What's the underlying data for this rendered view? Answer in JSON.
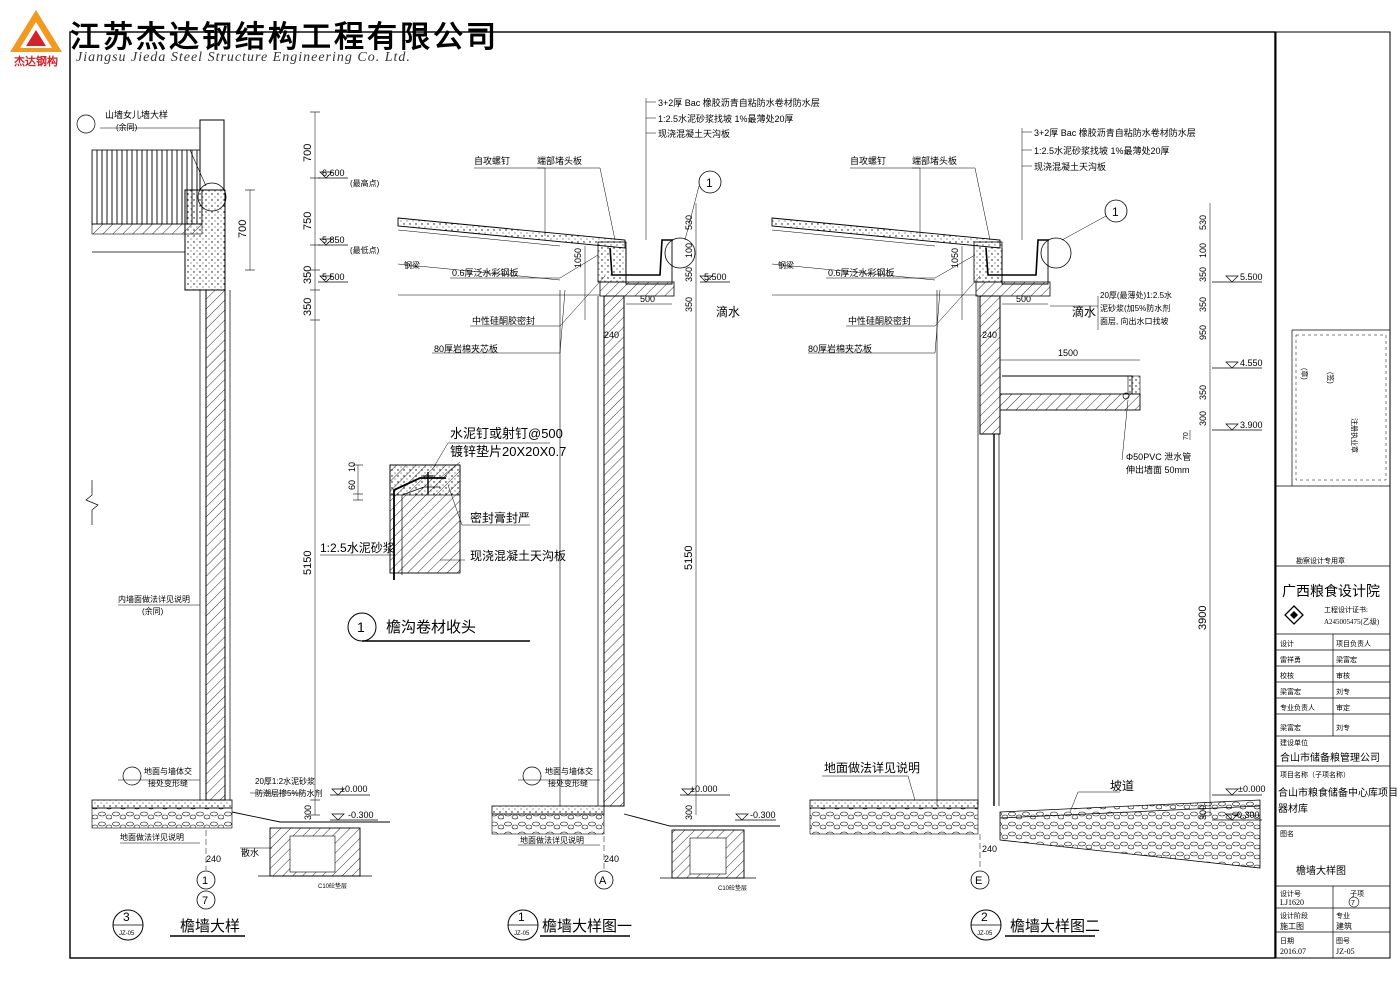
{
  "header": {
    "logo_text": "杰达钢构",
    "company_cn": "江苏杰达钢结构工程有限公司",
    "company_en": "Jiangsu Jieda Steel Structure Engineering Co. Ltd.",
    "brand_colors": {
      "logo_orange": "#f29a1f",
      "logo_red": "#d2232a"
    }
  },
  "detail3": {
    "callout_top": "山墙女儿墙大样",
    "callout_top_sub": "(余同)",
    "elev_top": "6.600",
    "elev_top_label": "(最高点)",
    "elev_mid": "5.850",
    "elev_mid_label": "(最低点)",
    "elev_low": "5.500",
    "dims": [
      "700",
      "750",
      "350",
      "350",
      "700",
      "5150",
      "300",
      "240"
    ],
    "inner_wall_note": "内墙面做法详见说明",
    "inner_wall_sub": "(余同)",
    "joint_note_1": "地面与墙体交",
    "joint_note_2": "接处变形缝",
    "floor_note": "地面做法详见说明",
    "mortar_note_1": "20厚1:2水泥砂浆",
    "mortar_note_2": "防潮层掺5%防水剂",
    "elev_floor": "±0.000",
    "elev_ground": "-0.300",
    "apron": "散水",
    "grade": "C10砼垫层",
    "axis_1": "1",
    "axis_2": "7",
    "title": "檐墙大样",
    "tag_num": "3",
    "tag_sheet": "JZ-05"
  },
  "detail1": {
    "roof_note_1": "3+2厚 Bac 橡胶沥青自粘防水卷材防水层",
    "roof_note_2": "1:2.5水泥砂浆找坡 1%最薄处20厚",
    "roof_note_3": "现浇混凝土天沟板",
    "screw": "自攻螺钉",
    "end_plate": "端部堵头板",
    "steel_beam": "钢梁",
    "steel_sheet": "0.6厚泛水彩钢板",
    "sealant": "中性硅酮胶密封",
    "panel": "80厚岩棉夹芯板",
    "drip": "滴水",
    "callout": "1",
    "dims": [
      "530",
      "100",
      "350",
      "350",
      "1050",
      "500",
      "240",
      "5150",
      "300",
      "240"
    ],
    "elev": "5.500",
    "joint_note_1": "地面与墙体交",
    "joint_note_2": "接处变形缝",
    "floor_note": "地面做法详见说明",
    "elev_floor": "±0.000",
    "elev_ground": "-0.300",
    "grade": "C10砼垫层",
    "axis": "A",
    "title": "檐墙大样图一",
    "tag_num": "1",
    "tag_sheet": "JZ-05"
  },
  "gutter_detail": {
    "nail": "水泥钉或射钉@500",
    "washer": "镀锌垫片20X20X0.7",
    "seal": "密封膏封严",
    "mortar": "1:2.5水泥砂浆",
    "slab": "现浇混凝土天沟板",
    "dims": [
      "60",
      "10"
    ],
    "num": "1",
    "title": "檐沟卷材收头"
  },
  "detail2": {
    "roof_note_1": "3+2厚 Bac 橡胶沥青自粘防水卷材防水层",
    "roof_note_2": "1:2.5水泥砂浆找坡 1%最薄处20厚",
    "roof_note_3": "现浇混凝土天沟板",
    "screw": "自攻螺钉",
    "end_plate": "端部堵头板",
    "steel_beam": "钢梁",
    "steel_sheet": "0.6厚泛水彩钢板",
    "sealant": "中性硅酮胶密封",
    "panel": "80厚岩棉夹芯板",
    "drip": "滴水",
    "callout": "1",
    "canopy_note_1": "20厚(最薄处)1:2.5水",
    "canopy_note_2": "泥砂浆(加5%防水剂",
    "canopy_note_3": "面层, 向出水口找坡",
    "canopy_width": "1500",
    "pipe_note_1": "Φ50PVC 泄水管",
    "pipe_note_2": "伸出墙面 50mm",
    "dims": [
      "530",
      "100",
      "350",
      "350",
      "950",
      "350",
      "300",
      "70",
      "3900",
      "300",
      "1050",
      "500",
      "240",
      "240"
    ],
    "elev_a": "5.500",
    "elev_b": "4.550",
    "elev_c": "3.900",
    "elev_floor": "±0.000",
    "elev_ground": "-0.300",
    "floor_note": "地面做法详见说明",
    "ramp": "坡道",
    "axis": "E",
    "title": "檐墙大样图二",
    "tag_num": "2",
    "tag_sheet": "JZ-05"
  },
  "titleblock": {
    "stamp_lines": [
      "(章)",
      "(签)",
      "注册执业章"
    ],
    "survey_stamp": "勘察设计专用章",
    "institute": "广西粮食设计院",
    "cert_label": "工程设计证书:",
    "cert_no": "A245005475(乙级)",
    "rows": [
      [
        "设计",
        "项目负责人"
      ],
      [
        "雷祥勇",
        "梁富宏"
      ],
      [
        "校核",
        "审核"
      ],
      [
        "梁富宏",
        "刘专"
      ],
      [
        "专业负责人",
        "审定"
      ],
      [
        "梁富宏",
        "刘专"
      ]
    ],
    "client_label": "建设单位",
    "client": "合山市储备粮管理公司",
    "project_label": "项目名称（子项名称）",
    "project_1": "合山市粮食储备中心库项目",
    "project_2": "器材库",
    "drawing_label": "图名",
    "drawing_name": "檐墙大样图",
    "design_no_label": "设计号",
    "design_no": "LJ1620",
    "sub_label": "子项",
    "sub_value": "7",
    "stage_label": "设计阶段",
    "stage": "施工图",
    "discipline_label": "专业",
    "discipline": "建筑",
    "date_label": "日期",
    "date": "2016.07",
    "sheet_label": "图号",
    "sheet": "JZ-05"
  }
}
